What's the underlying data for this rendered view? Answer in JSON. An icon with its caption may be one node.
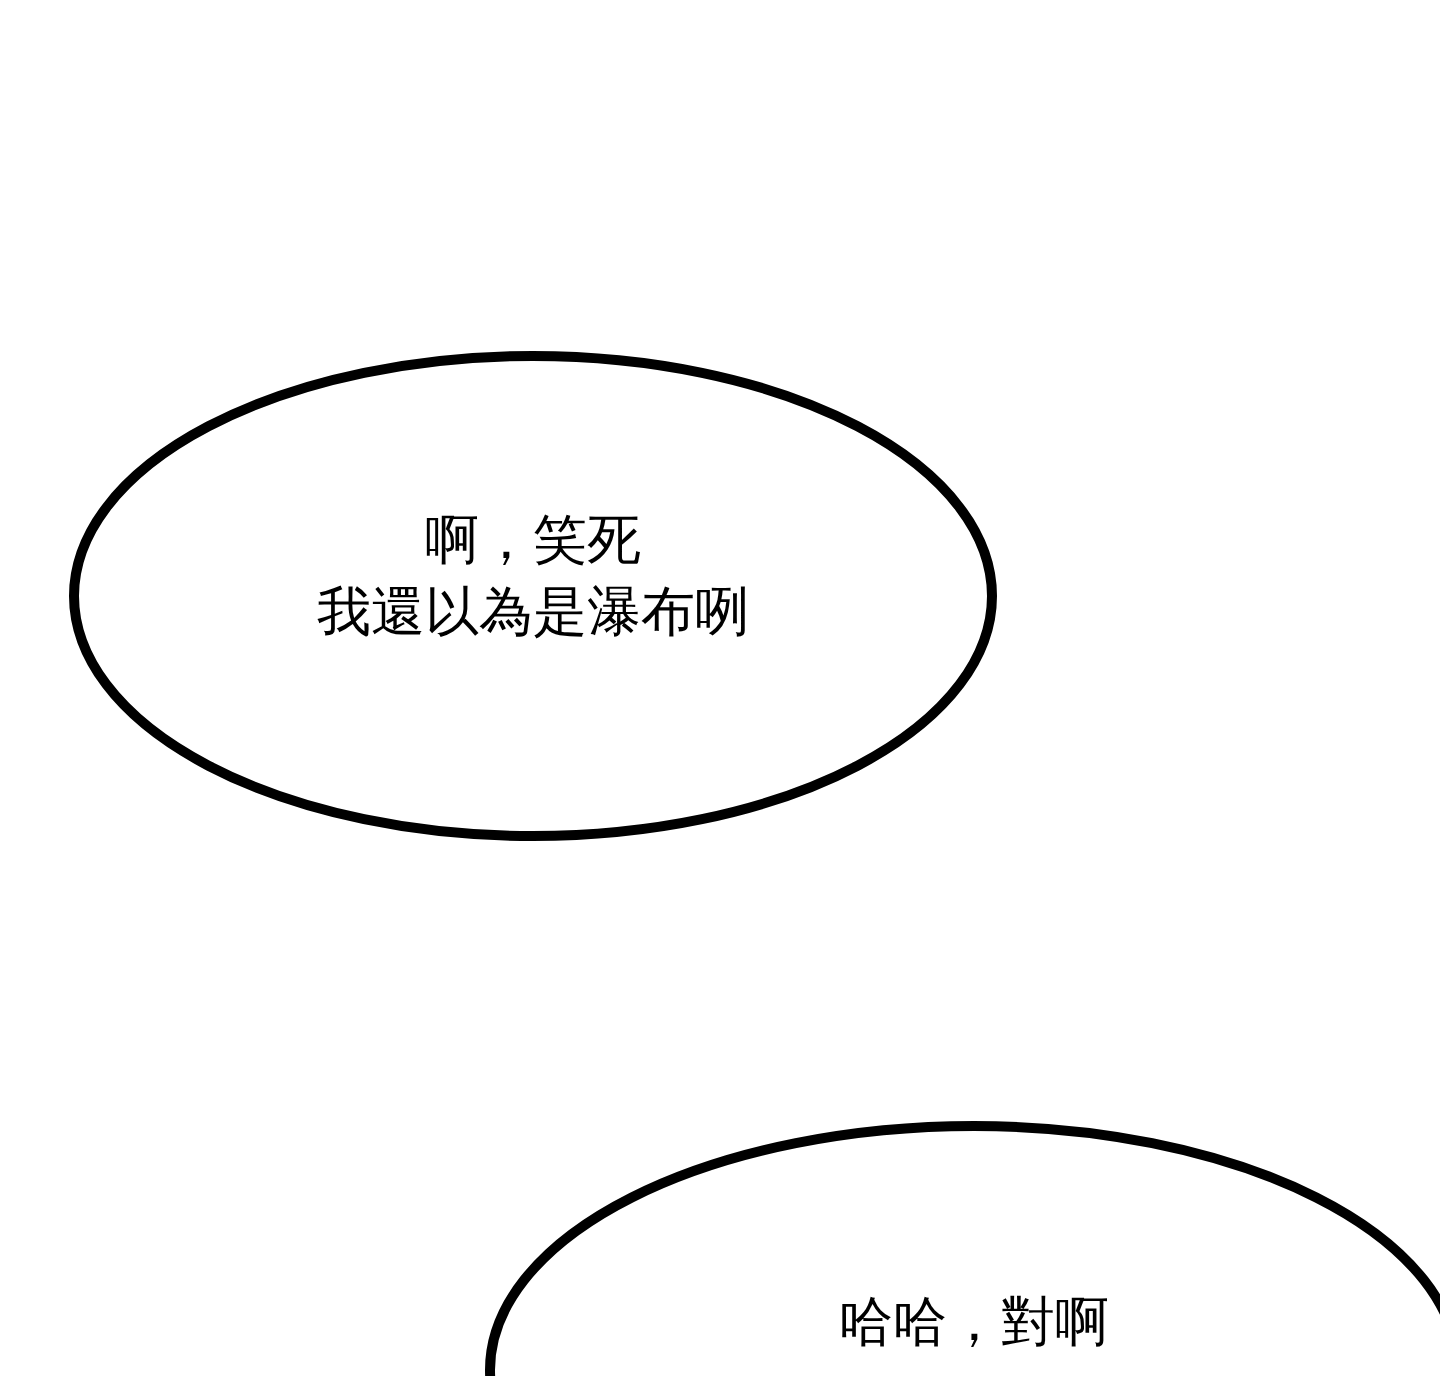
{
  "diagram": {
    "nodes": [
      {
        "text": [
          "啊，笑死",
          "我還以為是瀑布咧"
        ]
      },
      {
        "text": [
          "哈哈，對啊"
        ]
      }
    ]
  }
}
